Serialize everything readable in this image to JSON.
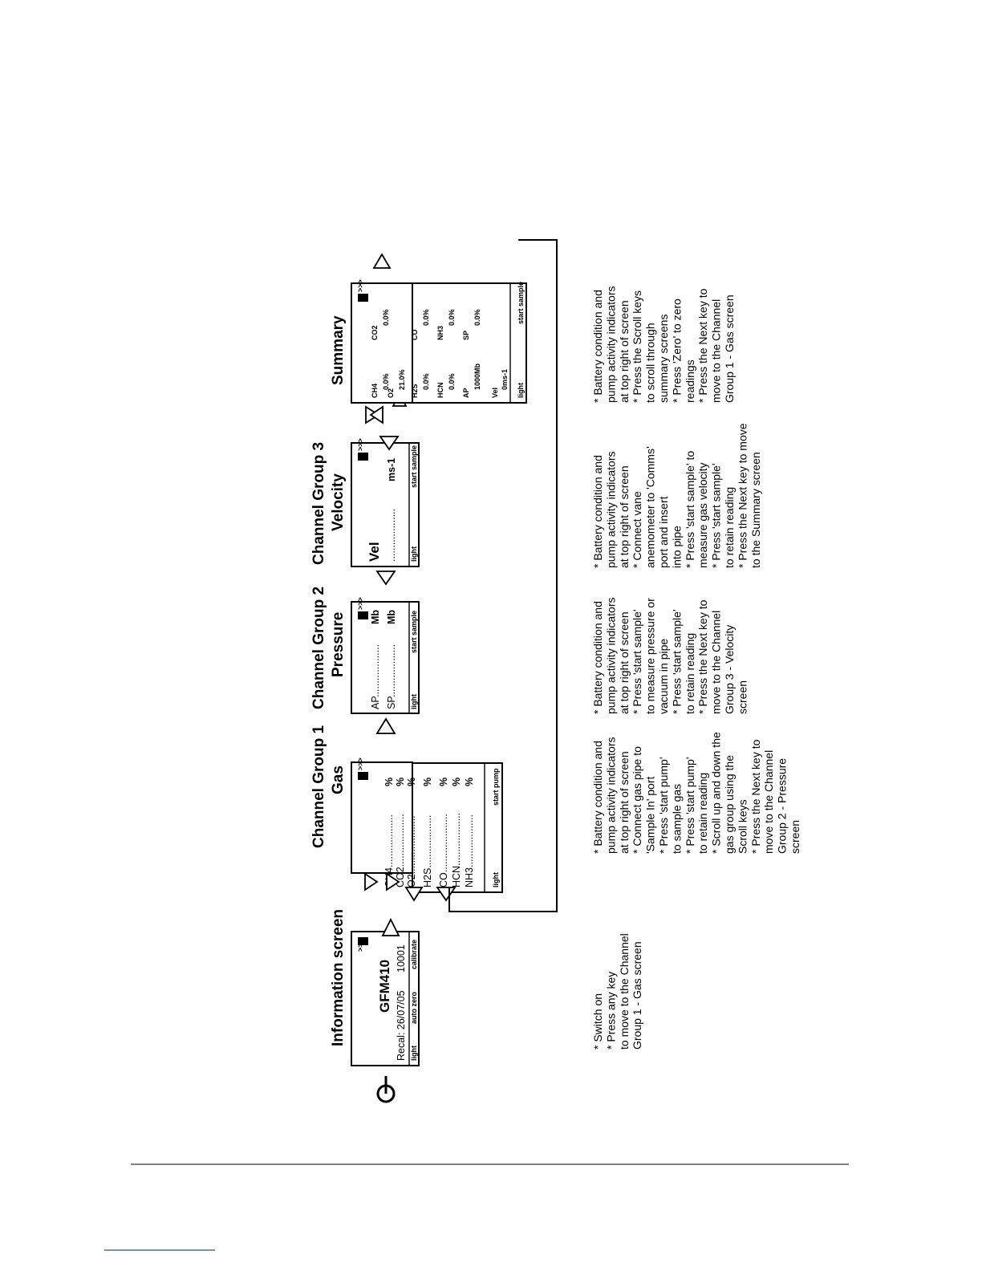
{
  "titles": {
    "info": "Information screen",
    "cg1_line1": "Channel Group 1",
    "cg1_line2": "Gas",
    "cg2_line1": "Channel Group 2",
    "cg2_line2": "Pressure",
    "cg3_line1": "Channel Group 3",
    "cg3_line2": "Velocity",
    "summary": "Summary"
  },
  "info_screen": {
    "model": "GFM410",
    "recal": "Recal: 26/07/05",
    "serial": "10001",
    "pump_indicator": ">>>",
    "softkeys": [
      "light",
      "auto zero",
      "calibrate"
    ]
  },
  "gas_screen": {
    "pump_indicator": ">>>",
    "rows": [
      {
        "label": "CH4...................",
        "unit": "%"
      },
      {
        "label": "CO2...................",
        "unit": "%"
      },
      {
        "label": "O2.....................",
        "unit": "%"
      },
      {
        "label": "H2S...................",
        "unit": "%"
      },
      {
        "label": "CO.....................",
        "unit": "%"
      },
      {
        "label": "HCN...................",
        "unit": "%"
      },
      {
        "label": "NH3...................",
        "unit": "%"
      }
    ],
    "softkeys": [
      "light",
      "start pump"
    ]
  },
  "pressure_screen": {
    "pump_indicator": ">>>",
    "rows": [
      {
        "label": "AP...................",
        "unit": "Mb"
      },
      {
        "label": "SP...................",
        "unit": "Mb"
      }
    ],
    "softkeys": [
      "light",
      "start sample"
    ]
  },
  "velocity_screen": {
    "pump_indicator": ">>>",
    "label": "Vel",
    "dots": "...................",
    "unit": "ms-1",
    "softkeys": [
      "light",
      "start sample"
    ]
  },
  "summary_screen": {
    "pump_indicator": ">>>",
    "pairs": [
      {
        "l_label": "CH4",
        "l_value": "0.0%",
        "r_label": "CO2",
        "r_value": "0.0%"
      },
      {
        "l_label": "O2",
        "l_value": "21.0%",
        "r_label": "",
        "r_value": ""
      },
      {
        "l_label": "H2S",
        "l_value": "0.0%",
        "r_label": "CO",
        "r_value": "0.0%"
      },
      {
        "l_label": "HCN",
        "l_value": "0.0%",
        "r_label": "NH3",
        "r_value": "0.0%"
      },
      {
        "l_label": "AP",
        "l_value": "1000Mb",
        "r_label": "SP",
        "r_value": "0.0%"
      },
      {
        "l_label": "Vel",
        "l_value": "0ms-1",
        "r_label": "",
        "r_value": ""
      }
    ],
    "softkeys": [
      "light",
      "start sample"
    ]
  },
  "descriptions": {
    "info": [
      "* Switch on",
      "* Press any key",
      "to move to the Channel",
      "Group 1 - Gas screen"
    ],
    "gas": [
      "* Battery condition and",
      "pump activity indicators",
      "at top right of screen",
      "* Connect gas pipe to",
      "'Sample In' port",
      "* Press 'start pump'",
      "to sample gas",
      "* Press 'start pump'",
      "to retain reading",
      "* Scroll up and down the",
      "gas group using the",
      "Scroll keys",
      "* Press the Next key to",
      "move to the Channel",
      "Group 2 - Pressure",
      "screen"
    ],
    "pressure": [
      "* Battery condition and",
      "pump activity indicators",
      "at top right of screen",
      "* Press 'start sample'",
      "to measure pressure or",
      "vacuum in pipe",
      "* Press 'start sample'",
      "to retain reading",
      "* Press  the Next key to",
      "move to the Channel",
      "Group 3 - Velocity",
      "screen"
    ],
    "velocity": [
      "* Battery condition and",
      "pump activity indicators",
      "at top right of screen",
      "* Connect vane",
      "anemometer to 'Comms'",
      "port and insert",
      "into pipe",
      "* Press 'start sample' to",
      "measure gas velocity",
      "* Press 'start sample'",
      "to retain reading",
      "* Press the Next key to move",
      "to the Summary screen"
    ],
    "summary": [
      "* Battery condition and",
      "pump activity indicators",
      "at top right of screen",
      "* Press the Scroll keys",
      "to scroll through",
      "summary screens",
      "* Press 'Zero' to zero",
      "readings",
      "* Press the Next key to",
      "move to the Channel",
      "Group 1 - Gas screen"
    ]
  }
}
